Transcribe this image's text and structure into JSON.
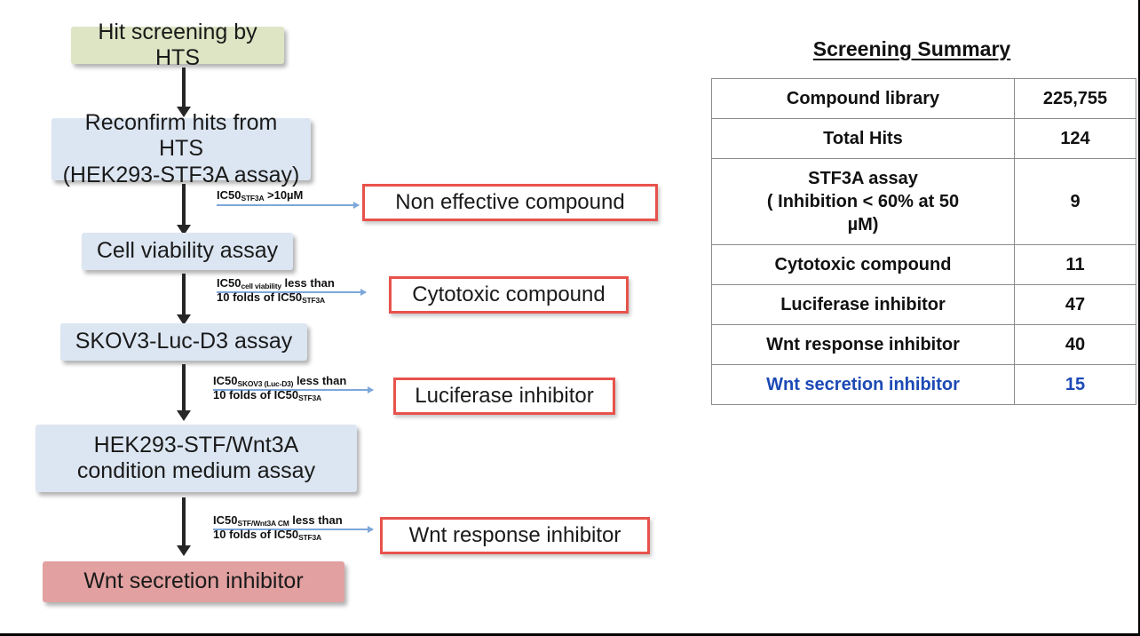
{
  "figure": {
    "flow": {
      "boxes": [
        {
          "id": "hit-screening",
          "label": "Hit screening by HTS",
          "color": "#dde5c4"
        },
        {
          "id": "reconfirm-hits",
          "line1": "Reconfirm hits from HTS",
          "line2": "(HEK293-STF3A assay)",
          "color": "#dce6f2"
        },
        {
          "id": "cell-viability",
          "label": "Cell viability assay",
          "color": "#dce6f2"
        },
        {
          "id": "skov3-luc-d3",
          "label": "SKOV3-Luc-D3 assay",
          "color": "#dce6f2"
        },
        {
          "id": "hek293-stf-wnt3a",
          "line1": "HEK293-STF/Wnt3A",
          "line2": "condition medium assay",
          "color": "#dce6f2"
        },
        {
          "id": "wnt-secretion",
          "label": "Wnt secretion inhibitor",
          "color": "#e2a0a0"
        }
      ],
      "criteria": [
        {
          "id": "criteria-1",
          "line1_pre": "IC50",
          "line1_sub": "STF3A",
          "line1_post": " >10µM",
          "line2_pre": "",
          "line2_sub": "",
          "line2_post": ""
        },
        {
          "id": "criteria-2",
          "line1_pre": "IC50",
          "line1_sub": "cell viability",
          "line1_post": " less than",
          "line2_pre": "10 folds of IC50",
          "line2_sub": "STF3A",
          "line2_post": ""
        },
        {
          "id": "criteria-3",
          "line1_pre": "IC50",
          "line1_sub": "SKOV3 (Luc-D3)",
          "line1_post": " less than",
          "line2_pre": "10 folds of IC50",
          "line2_sub": "STF3A",
          "line2_post": ""
        },
        {
          "id": "criteria-4",
          "line1_pre": "IC50",
          "line1_sub": "STF/Wnt3A CM",
          "line1_post": " less than",
          "line2_pre": "10 folds of IC50",
          "line2_sub": "STF3A",
          "line2_post": ""
        }
      ],
      "outcomes": [
        {
          "id": "outcome-non-effective",
          "label": "Non effective compound"
        },
        {
          "id": "outcome-cytotoxic",
          "label": "Cytotoxic compound"
        },
        {
          "id": "outcome-luciferase",
          "label": "Luciferase inhibitor"
        },
        {
          "id": "outcome-wnt-response",
          "label": "Wnt response inhibitor"
        }
      ]
    },
    "summary": {
      "title": "Screening Summary",
      "highlight_color": "#1c49b5",
      "rows": [
        {
          "label": "Compound library",
          "value": "225,755"
        },
        {
          "label": "Total Hits",
          "value": "124"
        },
        {
          "label_l1": "STF3A assay",
          "label_l2": "( Inhibition < 60% at 50",
          "label_l3": "µM)",
          "value": "9"
        },
        {
          "label": "Cytotoxic compound",
          "value": "11"
        },
        {
          "label": "Luciferase inhibitor",
          "value": "47"
        },
        {
          "label": "Wnt response inhibitor",
          "value": "40"
        },
        {
          "label": "Wnt secretion inhibitor",
          "value": "15"
        }
      ]
    }
  }
}
